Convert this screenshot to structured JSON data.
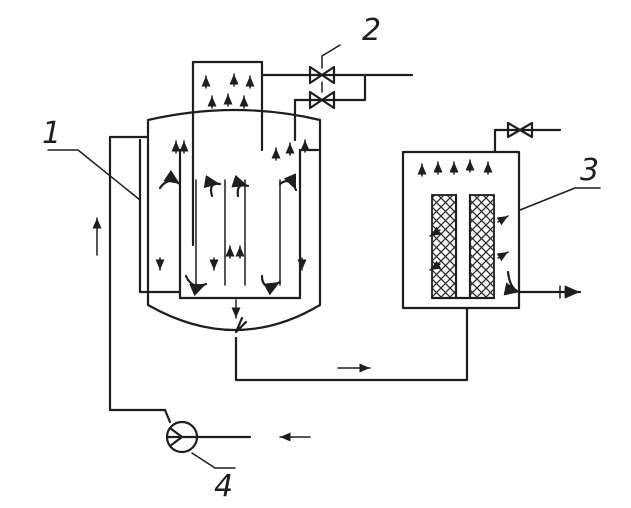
{
  "labels": {
    "reactor": "1",
    "valve": "2",
    "separator": "3",
    "pump": "4"
  },
  "colors": {
    "ink": "#1e1e1e",
    "background": "#ffffff"
  }
}
